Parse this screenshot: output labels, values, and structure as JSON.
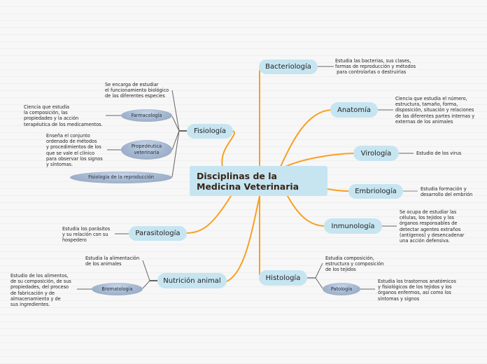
{
  "colors": {
    "background": "#f7f7f7",
    "node_fill": "#c6e5f1",
    "subnode_fill": "#a4b6cf",
    "main_branch": "#f8a020",
    "detail_branch": "#555555",
    "central_text": "#3a2418"
  },
  "central": {
    "title": "Disciplinas de la Medicina Veterinaria"
  },
  "branches": {
    "fisiologia": {
      "label": "Fisiología",
      "note": "Se encarga de estudiar\nel funcionamiento biológico\nde las diferentes especies",
      "children": {
        "farmacologia": {
          "label": "Farmacología",
          "note": "Ciencia que estudia\nla composición, las\npropiedades y la acción\nterapéutica de los medicamentos."
        },
        "propedeutica": {
          "label": "Propedéutica veterinaria",
          "note": "Enseña el conjunto\nordenado de métodos\ny procedimientos de los\nque se vale el clínico\npara observar los signos\ny síntomas."
        },
        "reproduccion": {
          "label": "Fisiología de la reproducción"
        }
      }
    },
    "parasitologia": {
      "label": "Parasitología",
      "note": "Estudia los parásitos\ny su relación con su\nhospedero"
    },
    "nutricion": {
      "label": "Nutrición animal",
      "note": "Estudia la alimentación\nde los animales",
      "children": {
        "bromatologia": {
          "label": "Bromatología",
          "note": "Estudio de los alimentos,\nde su composición, de sus\npropiedades, del proceso\nde fabricación y de\nalmacenamiento y de\nsus ingredientes."
        }
      }
    },
    "bacteriologia": {
      "label": "Bacteriología",
      "note": "Estudia las bacterias, sus clases,\nformas de reproducción y métodos\n para controlarlas o destruirlas"
    },
    "anatomia": {
      "label": "Anatomía",
      "note": "Ciencia que estudia el número,\nestructura, tamaño, forma,\ndisposición, situación y relaciones\nde las diferentes partes internas y\nexternas de los animales"
    },
    "virologia": {
      "label": "Virología",
      "note": "Estudio de los virus"
    },
    "embriologia": {
      "label": "Embriología",
      "note": "Estudia formación y\ndesarrollo del embrión"
    },
    "inmunologia": {
      "label": "Inmunología",
      "note": "Se ocupa de estudiar las\ncélulas, los tejidos y los\nórganos responsables de\ndetectar agentes extraños\n(antígenos) y desencadenar\nuna acción defensiva."
    },
    "histologia": {
      "label": "Histología",
      "note": "Estudia composición,\nestructura y composición\nde los tejidos",
      "children": {
        "patologia": {
          "label": "Patología",
          "note": "Estudia los trastornos anatómicos\ny fisiológicos de los tejidos y los\nórganos enfermos, así como los\nsíntomas y signos"
        }
      }
    }
  }
}
